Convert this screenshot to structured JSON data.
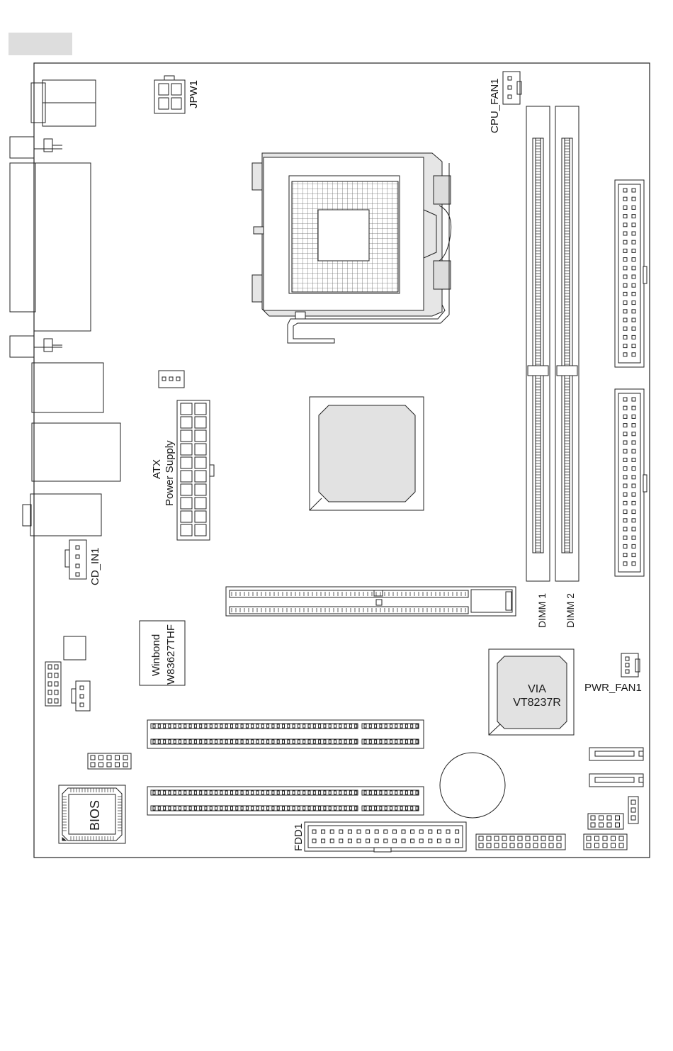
{
  "labels": {
    "jpw1": "JPW1",
    "cpu_fan1": "CPU_FAN1",
    "atx": "ATX",
    "power_supply": "Power Supply",
    "cd_in1": "CD_IN1",
    "dimm1": "DIMM 1",
    "dimm2": "DIMM 2",
    "winbond": "Winbond",
    "winbond_model": "W83627THF",
    "via": "VIA",
    "via_model": "VT8237R",
    "pwr_fan1": "PWR_FAN1",
    "bios": "BIOS",
    "fdd1": "FDD1"
  },
  "colors": {
    "line": "#222222",
    "chip_fill": "#e2e2e2",
    "header_tab": "#dddddd",
    "dimm_fill": "#f4f4f4"
  }
}
